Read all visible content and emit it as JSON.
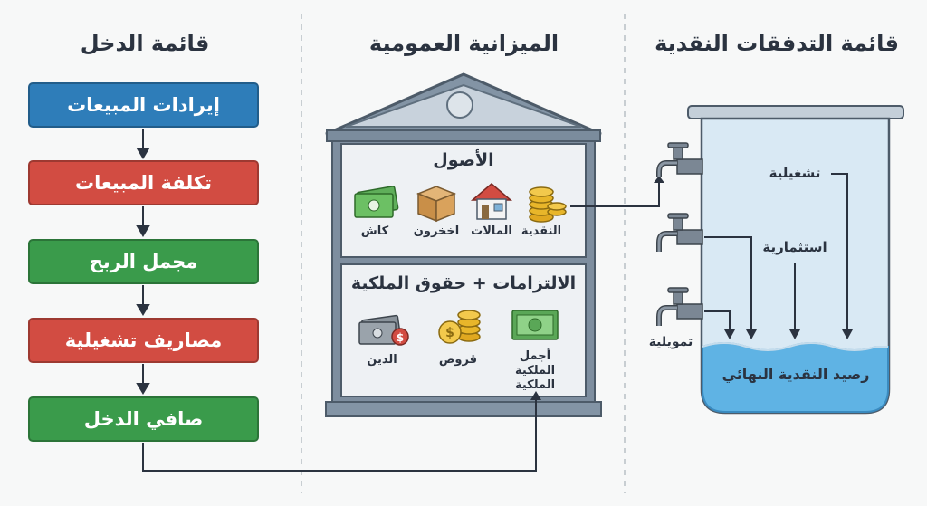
{
  "columns": {
    "income": {
      "title": "قائمة الدخل"
    },
    "balance": {
      "title": "الميزانية العمومية"
    },
    "cashflow": {
      "title": "قائمة التدفقات النقدية"
    }
  },
  "income_statement": {
    "steps": [
      {
        "label": "إيرادات المبيعات",
        "color": "#2e7db9"
      },
      {
        "label": "تكلفة المبيعات",
        "color": "#d24c42"
      },
      {
        "label": "مجمل الربح",
        "color": "#3a9b4b"
      },
      {
        "label": "مصاريف تشغيلية",
        "color": "#d24c42"
      },
      {
        "label": "صافي الدخل",
        "color": "#3a9b4b"
      }
    ]
  },
  "balance_sheet": {
    "assets": {
      "title": "الأصول",
      "items": [
        {
          "label": "النقدية",
          "icon": "coins-icon"
        },
        {
          "label": "المالات",
          "icon": "house-icon"
        },
        {
          "label": "اخخرون",
          "icon": "box-icon"
        },
        {
          "label": "كاش",
          "icon": "cash-icon"
        }
      ]
    },
    "liabilities": {
      "title": "الالتزامات + حقوق الملكية",
      "items": [
        {
          "label": "أجمل الملكية الملكية",
          "icon": "banknote-icon"
        },
        {
          "label": "قروض",
          "icon": "coin-dollar-icon"
        },
        {
          "label": "الدين",
          "icon": "debt-cash-icon"
        }
      ]
    }
  },
  "cash_flow": {
    "flows": [
      {
        "label": "تشغيلية"
      },
      {
        "label": "استثمارية"
      },
      {
        "label": "تمويلية"
      }
    ],
    "ending_balance": "رصيد النقدية النهائي"
  }
}
